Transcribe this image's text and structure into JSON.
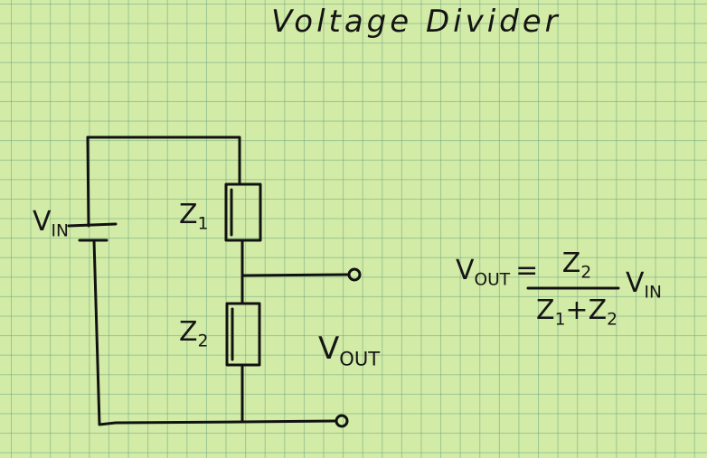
{
  "title": "Voltage Divider",
  "labels": {
    "vin": {
      "main": "V",
      "sub": "IN"
    },
    "z1": {
      "main": "Z",
      "sub": "1"
    },
    "z2": {
      "main": "Z",
      "sub": "2"
    },
    "vout": {
      "main": "V",
      "sub": "OUT"
    }
  },
  "formula": {
    "lhs_main": "V",
    "lhs_sub": "OUT",
    "equals": "=",
    "numerator_main": "Z",
    "numerator_sub": "2",
    "denominator_a_main": "Z",
    "denominator_a_sub": "1",
    "plus": "+",
    "denominator_b_main": "Z",
    "denominator_b_sub": "2",
    "rhs_main": "V",
    "rhs_sub": "IN"
  }
}
